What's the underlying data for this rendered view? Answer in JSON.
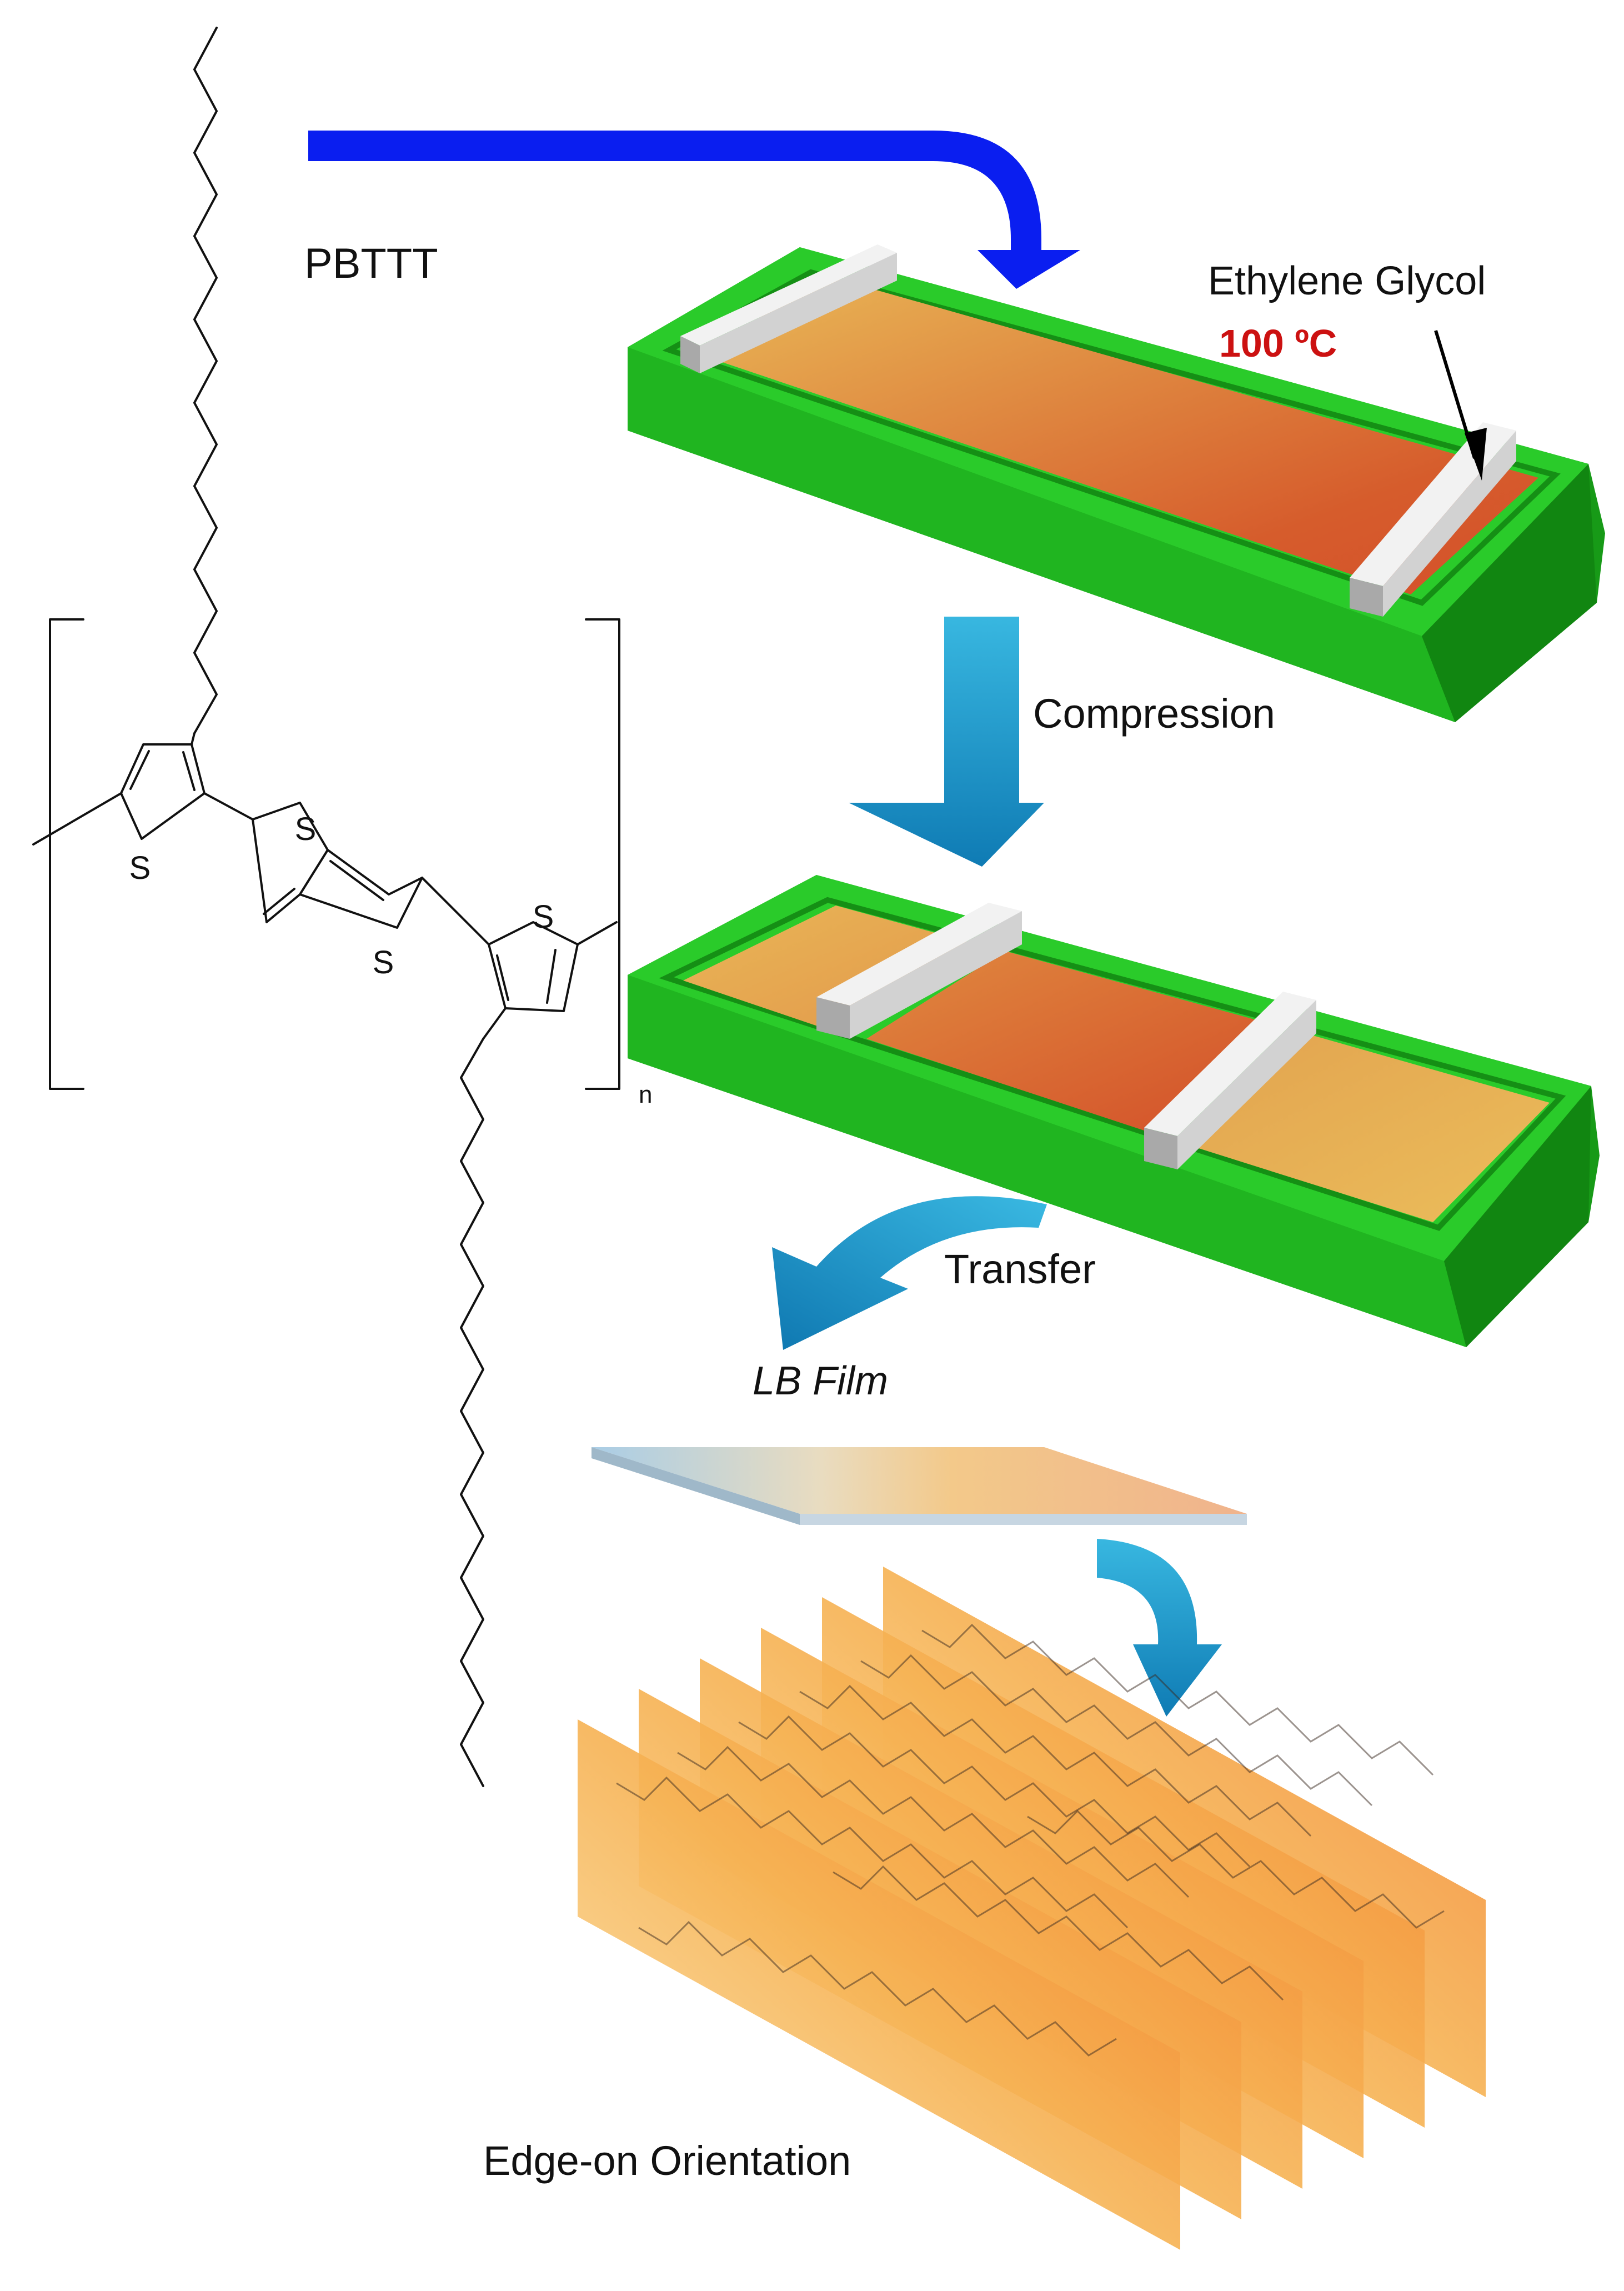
{
  "labels": {
    "polymer": "PBTTT",
    "subphase": "Ethylene Glycol",
    "temperature": "100 ºC",
    "step_compression": "Compression",
    "step_transfer": "Transfer",
    "film": "LB Film",
    "orientation": "Edge-on Orientation",
    "repeat_subscript": "n"
  },
  "atoms": {
    "sulfur": "S"
  },
  "colors": {
    "trough": "#22c222",
    "trough_dark": "#179917",
    "film_light": "#e8b352",
    "film_dark": "#d2552a",
    "barrier": "#dcdcdc",
    "arrow_blue": "#0a1ef0",
    "arrow_cyan": "#1a8fc4",
    "temperature_text": "#cc1111",
    "sheet_light": "#fbe3a6",
    "sheet_dark": "#ef7a2a"
  }
}
